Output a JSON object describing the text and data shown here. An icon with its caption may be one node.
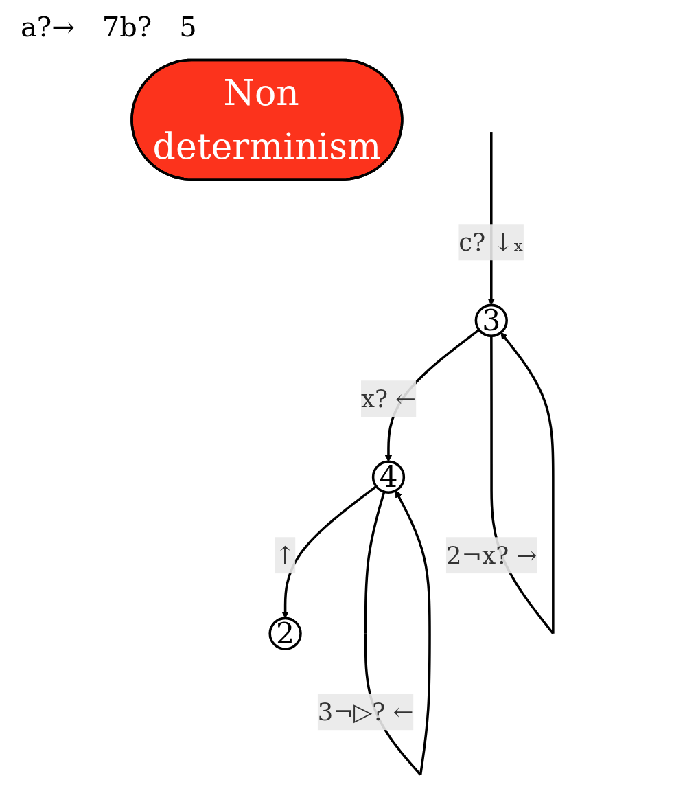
{
  "diagram": {
    "nodes": [
      {
        "text": [
          "Non determinism"
        ]
      },
      {
        "text": [
          "2"
        ]
      },
      {
        "text": [
          "3"
        ]
      },
      {
        "text": [
          "4"
        ]
      }
    ],
    "edges": [
      {
        "from": null,
        "to": 2,
        "arrow": "to",
        "label": "c? ↓ₓ"
      },
      {
        "from": 2,
        "to": 3,
        "arrow": "to",
        "label": "x? ←"
      },
      {
        "from": 3,
        "to": 1,
        "arrow": "to",
        "label": "↑"
      },
      {
        "from": 2,
        "to": 2,
        "arrow": "to",
        "label": "2¬x? →"
      },
      {
        "from": 3,
        "to": 3,
        "arrow": "to",
        "label": "3¬▷? ←"
      }
    ],
    "labels": [
      "a?→",
      "7b?",
      "5"
    ]
  }
}
